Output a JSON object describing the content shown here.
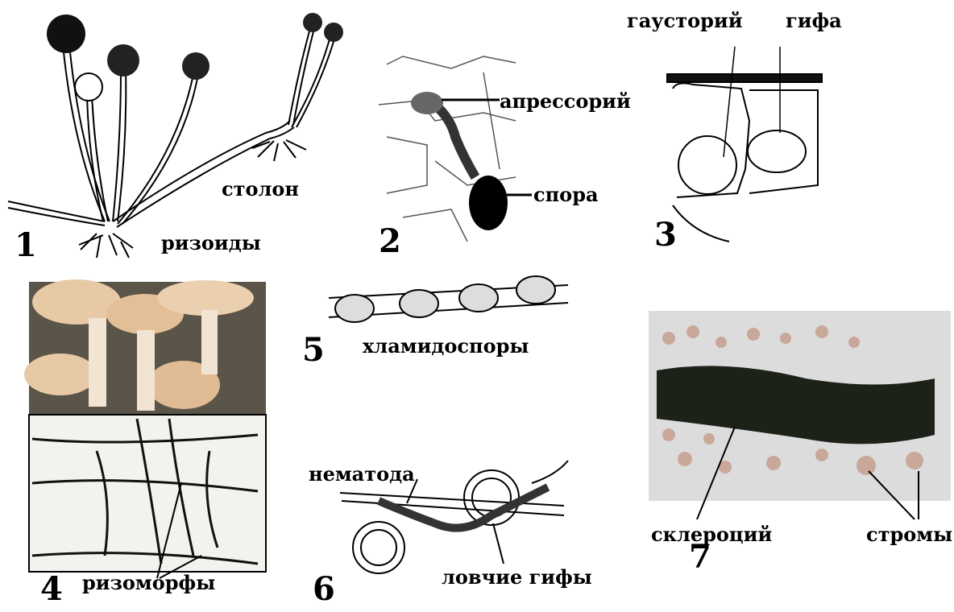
{
  "panels": [
    {
      "number": "1",
      "labels": {
        "stolon": "столон",
        "rhizoids": "ризоиды"
      }
    },
    {
      "number": "2",
      "labels": {
        "appressorium": "апрессорий",
        "spore": "спора"
      }
    },
    {
      "number": "3",
      "labels": {
        "haustorium": "гаусторий",
        "hypha": "гифа"
      }
    },
    {
      "number": "4",
      "labels": {
        "rhizomorphs": "ризоморфы"
      }
    },
    {
      "number": "5",
      "labels": {
        "chlamydospores": "хламидоспоры"
      }
    },
    {
      "number": "6",
      "labels": {
        "nematode": "нематода",
        "trap_hyphae": "ловчие гифы"
      }
    },
    {
      "number": "7",
      "labels": {
        "sclerotium": "склероций",
        "stromata": "стромы"
      }
    }
  ],
  "colors": {
    "ink": "#000000",
    "mushroom_cap": "#e8c9a6",
    "mushroom_stem": "#f1e4d2",
    "soil_dark": "#2c2a22",
    "photo_bg": "#dcdcdc",
    "sclerotium": "#1d2218",
    "stroma": "#c9a89a"
  }
}
